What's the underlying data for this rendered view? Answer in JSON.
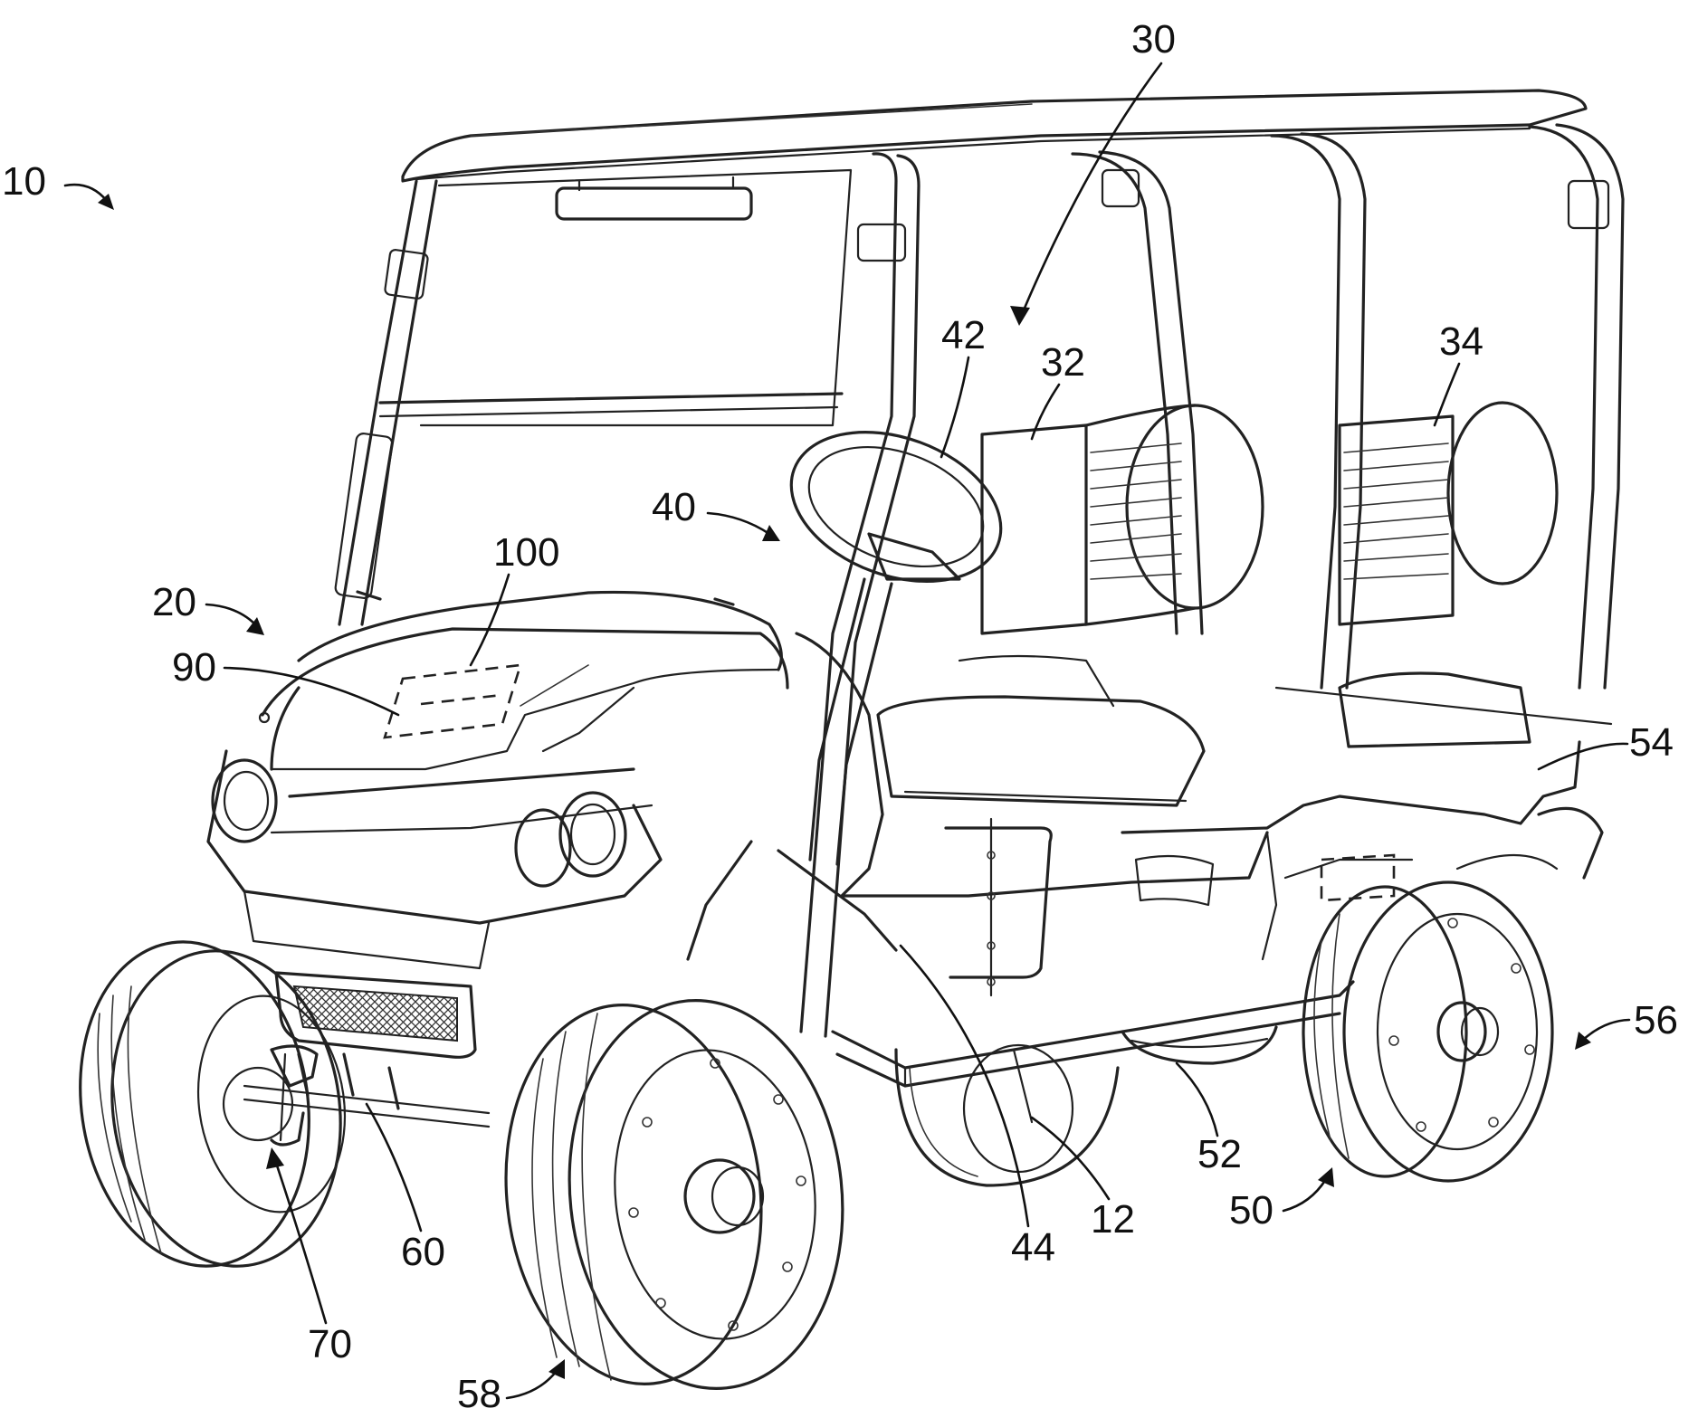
{
  "figure": {
    "subject": "golf-cart",
    "reference_numerals": {
      "ref_10": "10",
      "ref_30": "30",
      "ref_42": "42",
      "ref_32": "32",
      "ref_34": "34",
      "ref_40": "40",
      "ref_100": "100",
      "ref_20": "20",
      "ref_90": "90",
      "ref_54": "54",
      "ref_56": "56",
      "ref_52": "52",
      "ref_50": "50",
      "ref_12": "12",
      "ref_44": "44",
      "ref_60": "60",
      "ref_70": "70",
      "ref_58": "58"
    }
  }
}
